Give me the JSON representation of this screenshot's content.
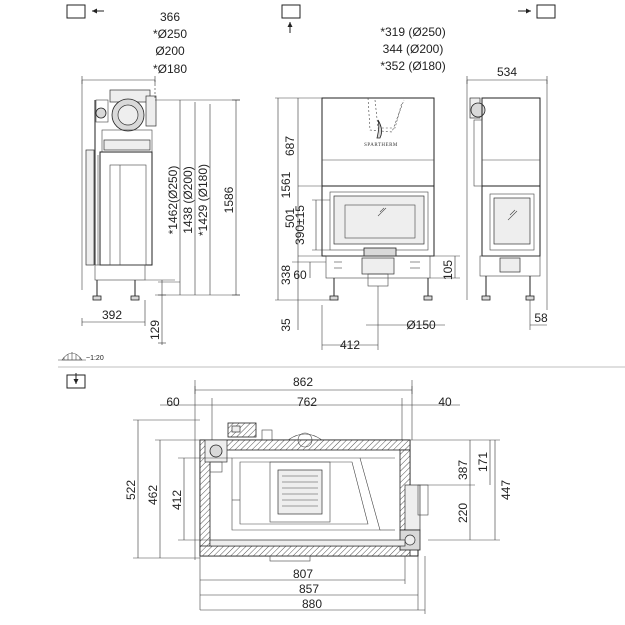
{
  "views": {
    "left": {
      "top_labels": [
        "366",
        "*Ø250",
        "Ø200",
        "*Ø180"
      ],
      "side_labels": [
        "*1462(Ø250)",
        "1438 (Ø200)",
        "*1429 (Ø180)"
      ],
      "height_total": "1586",
      "width_bottom": "392",
      "foot_height": "129"
    },
    "front": {
      "top_labels": [
        "*319 (Ø250)",
        "344 (Ø200)",
        "*352 (Ø180)"
      ],
      "height_total": "1561",
      "h_upper": "687",
      "h_door": "501",
      "h_glass": "390±15",
      "h_base": "338",
      "h_small": "60",
      "h_bottom": "35",
      "h_right": "105",
      "width_offset": "412",
      "inlet_diameter": "Ø150",
      "brand": "SPARTHERM"
    },
    "right": {
      "top_width": "534",
      "bottom_width": "58"
    },
    "plan": {
      "scale": "~1:20",
      "width_top": "862",
      "width_inner": "762",
      "left_offset": "60",
      "right_offset": "40",
      "h_total": "522",
      "h_mid": "462",
      "h_inner": "412",
      "r_upper": "387",
      "r_top": "171",
      "r_lower": "220",
      "r_total": "447",
      "bottom_1": "807",
      "bottom_2": "857",
      "bottom_3": "880"
    }
  }
}
